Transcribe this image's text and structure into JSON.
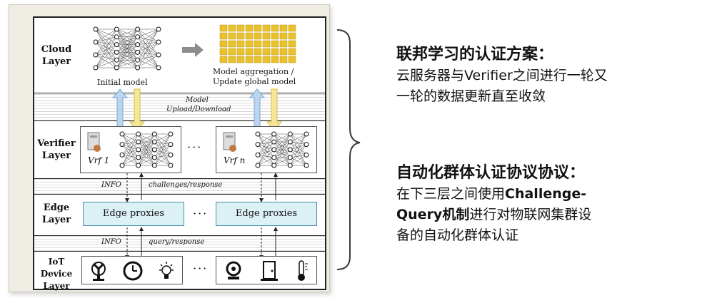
{
  "diagram": {
    "layers": {
      "cloud": "Cloud\nLayer",
      "verifier": "Verifier\nLayer",
      "edge": "Edge\nLayer",
      "iot": "IoT Device\nLayer"
    },
    "cloud": {
      "initial_model": "Initial model",
      "aggregation_line1": "Model aggregation /",
      "aggregation_line2": "Update global model"
    },
    "model_band": {
      "line1": "Model",
      "line2": "Upload/Download"
    },
    "verifiers": {
      "first": "Vrf 1",
      "last": "Vrf n",
      "ellipsis": "···"
    },
    "info_band_top": {
      "info": "INFO",
      "label": "challenges/response"
    },
    "edge": {
      "box1": "Edge proxies",
      "box2": "Edge proxies",
      "ellipsis": "···"
    },
    "info_band_bottom": {
      "info": "INFO",
      "label": "query/response"
    },
    "iot": {
      "devices_left": [
        "fan-icon",
        "clock-icon",
        "bulb-icon"
      ],
      "devices_right": [
        "webcam-icon",
        "door-icon",
        "thermometer-icon"
      ],
      "ellipsis": "···"
    },
    "colors": {
      "edge_fill": "#dcf1f6",
      "arrow_blue": "#9fc3e8",
      "arrow_yellow": "#f4e08a",
      "gold": "#e9c22b"
    }
  },
  "right_panel": {
    "section1": {
      "title": "联邦学习的认证方案：",
      "body_line1": "云服务器与Verifier之间进行一轮又",
      "body_line2": "一轮的数据更新直至收敛"
    },
    "section2": {
      "title": "自动化群体认证协议协议：",
      "body_line1_pre": "在下三层之间使用",
      "body_line1_bold": "Challenge-",
      "body_line2_bold": "Query机制",
      "body_line2_post": "进行对物联网集群设",
      "body_line3": "备的自动化群体认证"
    }
  }
}
